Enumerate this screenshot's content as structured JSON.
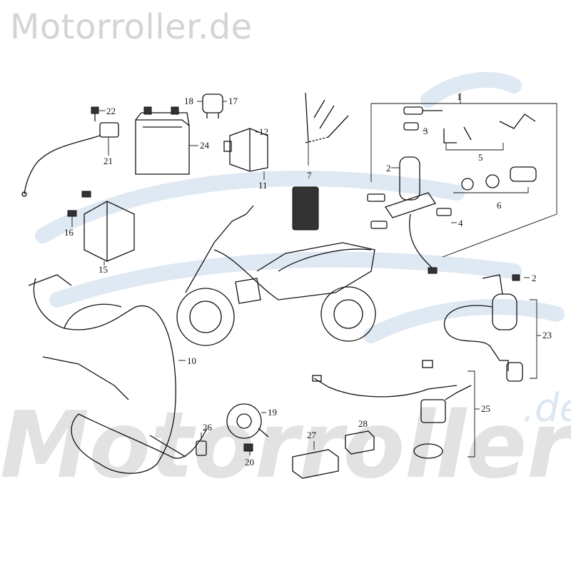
{
  "header": {
    "site_name": "Motorroller.de"
  },
  "watermark": {
    "main_text": "Motorroller",
    "suffix_text": ".de"
  },
  "diagram": {
    "part_labels": {
      "p1": "1",
      "p2a": "2",
      "p2b": "2",
      "p3": "3",
      "p4": "4",
      "p5": "5",
      "p6": "6",
      "p7": "7",
      "p10": "10",
      "p11": "11",
      "p12": "12",
      "p15": "15",
      "p16": "16",
      "p17": "17",
      "p18": "18",
      "p19": "19",
      "p20": "20",
      "p21": "21",
      "p22": "22",
      "p23": "23",
      "p24": "24",
      "p25": "25",
      "p26": "26",
      "p27": "27",
      "p28": "28"
    }
  }
}
